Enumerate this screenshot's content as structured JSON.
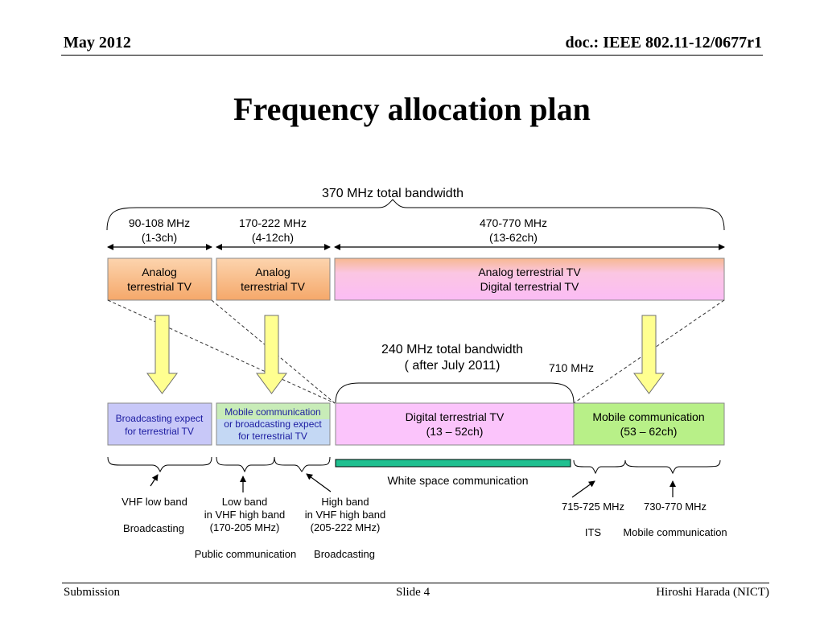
{
  "header": {
    "date": "May  2012",
    "doc": "doc.: IEEE 802.11-12/0677r1"
  },
  "title": "Frequency allocation plan",
  "diagram": {
    "total_bandwidth": "370 MHz total bandwidth",
    "ranges": [
      {
        "freq": "90-108 MHz",
        "ch": "(1-3ch)"
      },
      {
        "freq": "170-222 MHz",
        "ch": "(4-12ch)"
      },
      {
        "freq": "470-770 MHz",
        "ch": "(13-62ch)"
      }
    ],
    "top_boxes": [
      {
        "line1": "Analog",
        "line2": "terrestrial TV"
      },
      {
        "line1": "Analog",
        "line2": "terrestrial TV"
      },
      {
        "line1": "Analog terrestrial TV",
        "line2": "Digital terrestrial TV"
      }
    ],
    "after_bandwidth": {
      "line1": "240 MHz total bandwidth",
      "line2": "( after July 2011)"
    },
    "marker_710": "710 MHz",
    "bottom_boxes": [
      {
        "line1": "Broadcasting expect",
        "line2": "for terrestrial TV"
      },
      {
        "line1": "Mobile communication",
        "line2": "or broadcasting expect",
        "line3": "for terrestrial TV"
      },
      {
        "line1": "Digital terrestrial TV",
        "line2": "(13 – 52ch)"
      },
      {
        "line1": "Mobile communication",
        "line2": "(53 – 62ch)"
      }
    ],
    "white_space": "White space communication",
    "labels": {
      "vhf_low_band": "VHF low band",
      "broadcasting_1": "Broadcasting",
      "low_band": "Low band",
      "low_band_in": "in VHF high band",
      "low_band_range": "(170-205 MHz)",
      "high_band": "High band",
      "high_band_in": "in VHF high band",
      "high_band_range": "(205-222 MHz)",
      "public_comm": "Public communication",
      "broadcasting_2": "Broadcasting",
      "its_freq": "715-725 MHz",
      "its": "ITS",
      "mobile_freq": "730-770 MHz",
      "mobile_comm": "Mobile communication"
    },
    "colors": {
      "analog_orange": "#f9c08e",
      "purple_box": "#c8c8f8",
      "pink_box": "#fbc4fb",
      "green_box": "#b8f088",
      "white_space_bar": "#20c090",
      "arrow_fill": "#ffff90"
    }
  },
  "footer": {
    "left": "Submission",
    "center": "Slide 4",
    "right": "Hiroshi Harada (NICT)"
  }
}
